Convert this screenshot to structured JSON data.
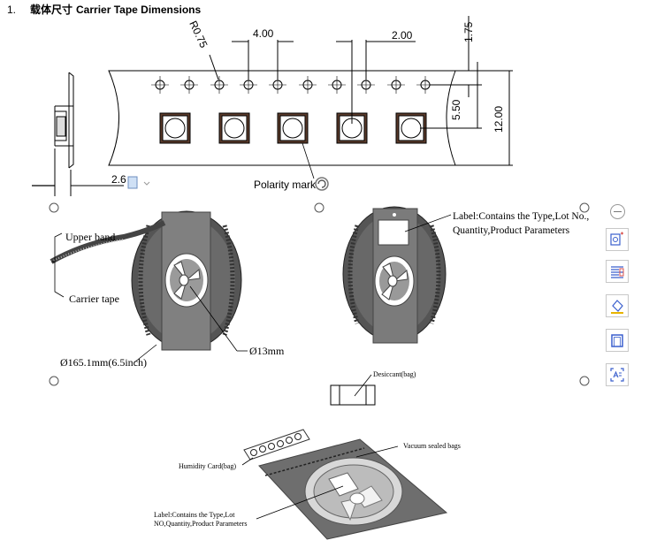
{
  "heading": {
    "number": "1.",
    "title_cn": "载体尺寸",
    "title_en": "Carrier Tape Dimensions"
  },
  "tape_drawing": {
    "dim_radius": "R0.75",
    "dim_pitch": "4.00",
    "dim_pocket_pitch": "2.00",
    "dim_edge": "1.75",
    "dim_center": "5.50",
    "dim_width": "12.00",
    "dim_thickness": "2.6",
    "polarity_label": "Polarity mark"
  },
  "reel_drawing": {
    "upper_band": "Upper band",
    "carrier_tape": "Carrier tape",
    "diameter": "Ø165.1mm(6.5inch)",
    "hub": "Ø13mm",
    "label_text": "Label:Contains  the Type,Lot No.,",
    "label_text2": "Quantity,Product Parameters"
  },
  "package_drawing": {
    "desiccant": "Desiccant(bag)",
    "humidity_card": "Humidity Card(bag)",
    "vacuum_bags": "Vacuum sealed bags",
    "label_line1": "Label:Contains the Type,Lot",
    "label_line2": "NO,Quantity,Product Parameters"
  },
  "toolbar": {
    "icons": [
      "collapse-icon",
      "ocr-icon",
      "text-layout-icon",
      "fill-icon",
      "border-icon",
      "extract-text-icon"
    ],
    "accent": "#3a5fcd"
  }
}
